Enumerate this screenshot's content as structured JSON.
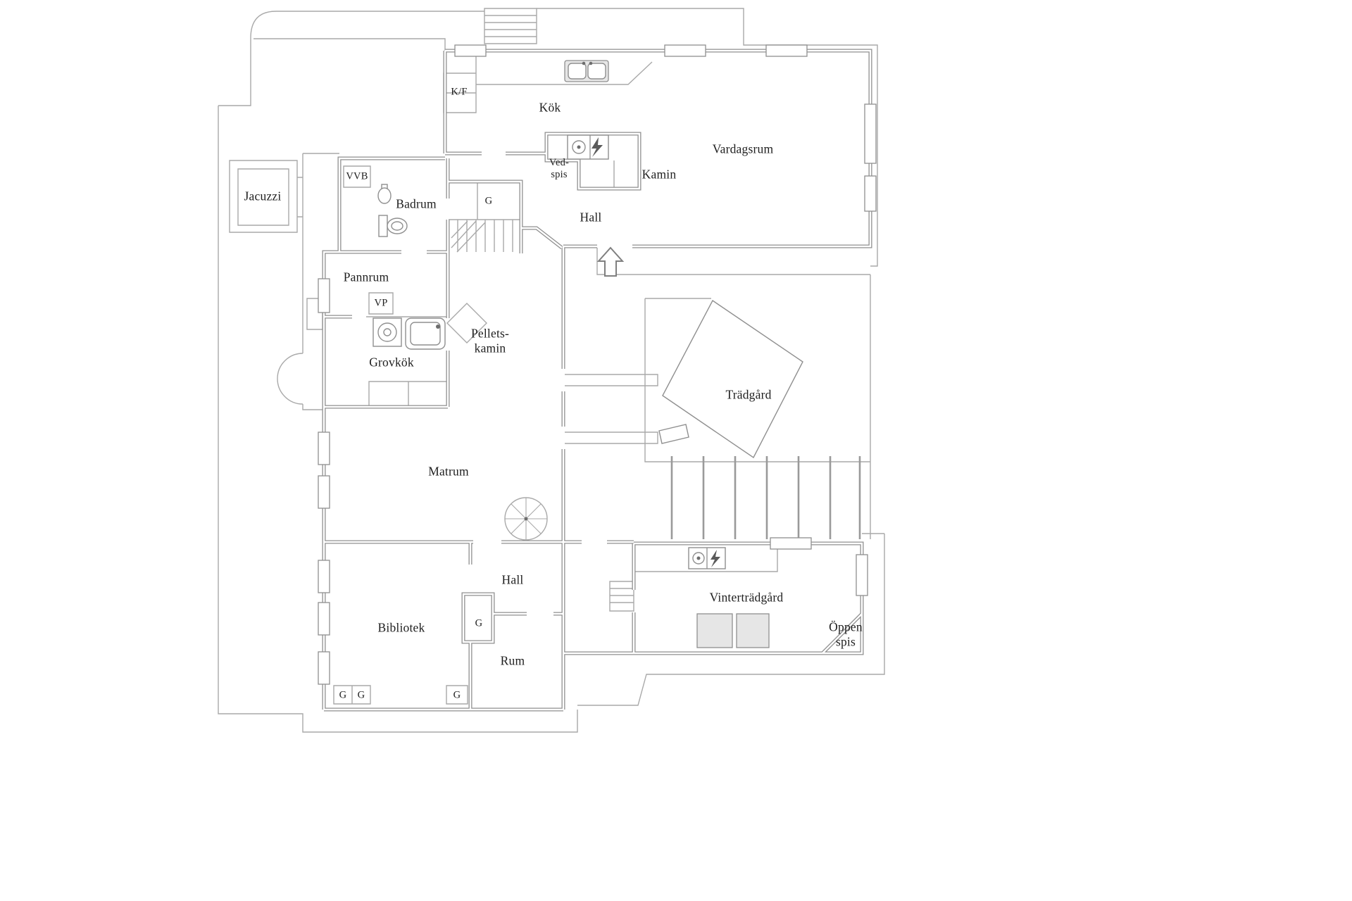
{
  "plan": {
    "labels": {
      "jacuzzi": "Jacuzzi",
      "kf": "K/F",
      "kok": "Kök",
      "vardagsrum": "Vardagsrum",
      "vvb": "VVB",
      "badrum": "Badrum",
      "g_stair_closet": "G",
      "vedspis": "Ved-\nspis",
      "kamin": "Kamin",
      "hall_upper": "Hall",
      "pannrum": "Pannrum",
      "vp": "VP",
      "pelletskamin": "Pellets-\nkamin",
      "grovkok": "Grovkök",
      "tradgard": "Trädgård",
      "matrum": "Matrum",
      "hall_lower": "Hall",
      "bibliotek": "Bibliotek",
      "g_mid_closet": "G",
      "rum": "Rum",
      "vintertradgard": "Vinterträdgård",
      "oppen_spis": "Öppen\nspis",
      "g_bottom_1": "G",
      "g_bottom_2": "G",
      "g_bottom_3": "G"
    },
    "colors": {
      "wall_line": "#8f8f8f",
      "detail_line": "#a9a9a9",
      "label_text": "#1e1e1e",
      "light_fill": "#e6e6e6",
      "background": "#ffffff"
    },
    "icons": [
      "kitchen-sink-icon",
      "electric-stove-icon",
      "wood-stove-icon",
      "fireplace-icon",
      "toilet-icon",
      "washbasin-icon",
      "washing-machine-icon",
      "utility-sink-icon",
      "pellet-stove-icon",
      "spiral-staircase-icon",
      "staircase-icon",
      "front-steps-icon",
      "entrance-arrow-icon",
      "jacuzzi-icon",
      "pergola-posts-icon",
      "table-icon"
    ]
  }
}
